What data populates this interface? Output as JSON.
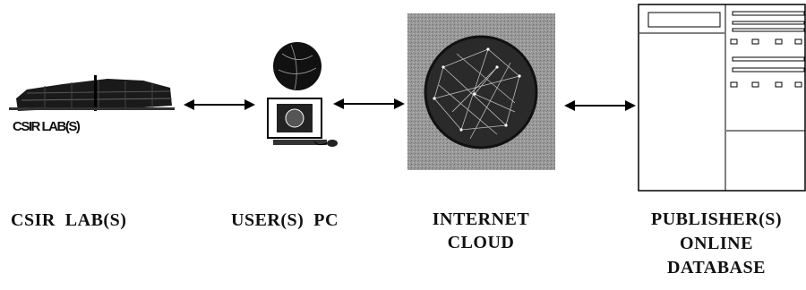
{
  "nodes": [
    {
      "id": "lab",
      "icon": "building-icon",
      "inner_label": "CSIR LAB(S)",
      "caption": "CSIR  LAB(S)"
    },
    {
      "id": "pc",
      "icon": "computer-icon",
      "caption": "USER(S)  PC"
    },
    {
      "id": "cloud",
      "icon": "network-globe-icon",
      "caption_lines": [
        "INTERNET",
        "CLOUD"
      ]
    },
    {
      "id": "db",
      "icon": "database-page-icon",
      "caption_lines": [
        "PUBLISHER(S)",
        "ONLINE",
        "DATABASE"
      ]
    }
  ],
  "edges": [
    {
      "from": "lab",
      "to": "pc",
      "style": "double-arrow"
    },
    {
      "from": "pc",
      "to": "cloud",
      "style": "double-arrow"
    },
    {
      "from": "cloud",
      "to": "db",
      "style": "double-arrow"
    }
  ]
}
